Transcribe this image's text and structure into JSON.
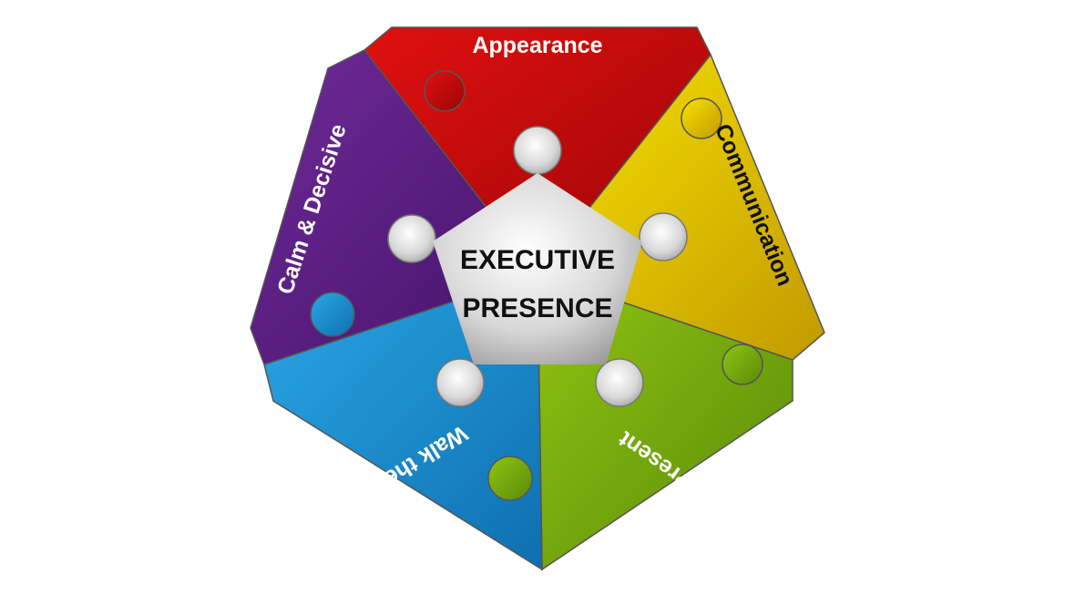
{
  "center": {
    "line1": "EXECUTIVE",
    "line2": "PRESENCE"
  },
  "pieces": [
    {
      "label": "Appearance",
      "color": "#cc0a0a"
    },
    {
      "label": "Communication",
      "color": "#e5c500"
    },
    {
      "label": "Be Present",
      "color": "#7cb20e"
    },
    {
      "label": "Walk the Talk",
      "color": "#1a8fd0"
    },
    {
      "label": "Calm & Decisive",
      "color": "#5e1f86"
    }
  ]
}
